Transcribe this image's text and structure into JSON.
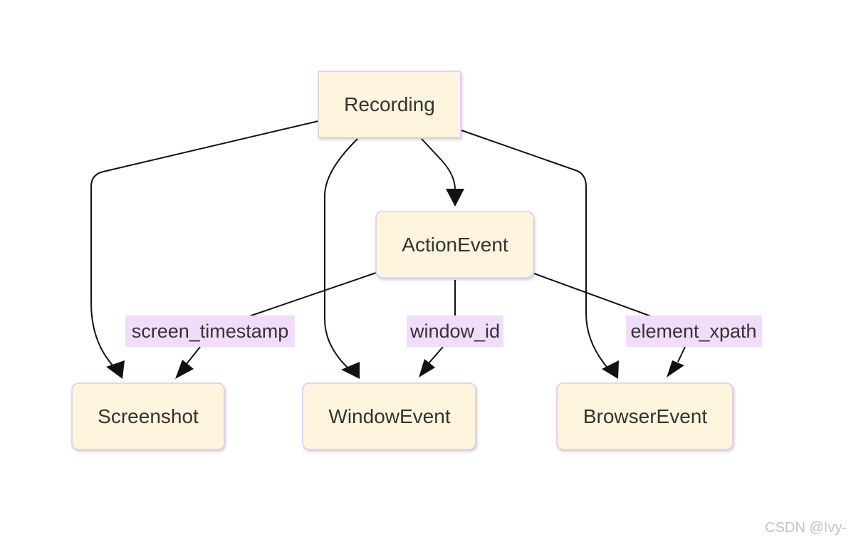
{
  "diagram": {
    "type": "flowchart",
    "colors": {
      "node_fill": "#fff5df",
      "node_border": "#e2c6f0",
      "edge": "#111111",
      "label_bg": "#f2dcfb",
      "text": "#333333"
    },
    "nodes": {
      "recording": "Recording",
      "action_event": "ActionEvent",
      "screenshot": "Screenshot",
      "window_event": "WindowEvent",
      "browser_event": "BrowserEvent"
    },
    "edges": [
      {
        "from": "Recording",
        "to": "Screenshot",
        "label": ""
      },
      {
        "from": "Recording",
        "to": "WindowEvent",
        "label": ""
      },
      {
        "from": "Recording",
        "to": "ActionEvent",
        "label": ""
      },
      {
        "from": "Recording",
        "to": "BrowserEvent",
        "label": ""
      },
      {
        "from": "ActionEvent",
        "to": "Screenshot",
        "label": "screen_timestamp"
      },
      {
        "from": "ActionEvent",
        "to": "WindowEvent",
        "label": "window_id"
      },
      {
        "from": "ActionEvent",
        "to": "BrowserEvent",
        "label": "element_xpath"
      }
    ],
    "edge_labels": {
      "screen_timestamp": "screen_timestamp",
      "window_id": "window_id",
      "element_xpath": "element_xpath"
    }
  },
  "watermark": "CSDN @Ivy-"
}
